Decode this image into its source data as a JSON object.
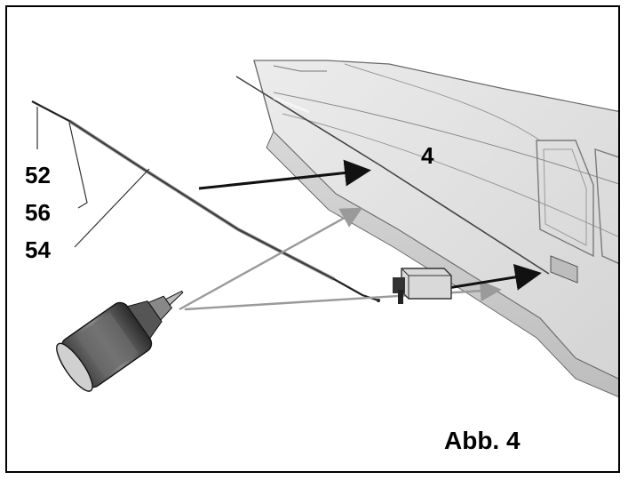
{
  "labels": {
    "part_52": "52",
    "part_56": "56",
    "part_54": "54",
    "part_4": "4"
  },
  "caption": "Abb. 4",
  "colors": {
    "frame": "#000000",
    "body_light": "#e6e6e6",
    "body_mid": "#cfcfcf",
    "body_dark": "#a9a9a9",
    "arrow_dark": "#111111",
    "arrow_light": "#9a9a9a"
  },
  "icons": [
    "oil-bottle-icon",
    "servo-icon",
    "pushrod-cable-icon"
  ]
}
